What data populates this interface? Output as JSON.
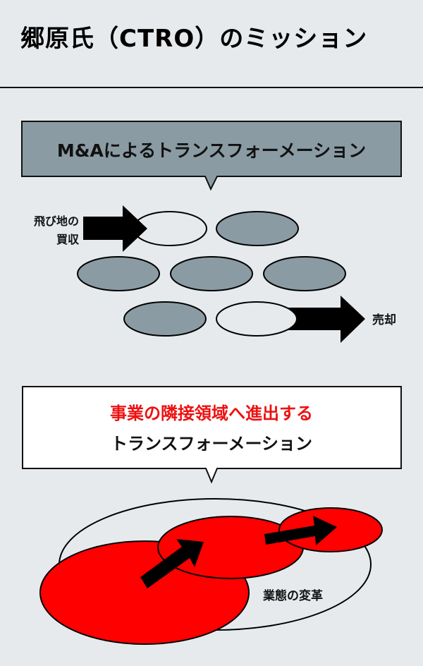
{
  "header": {
    "title": "郷原氏（CTRO）のミッション"
  },
  "section_ma": {
    "callout_text": "M&Aによるトランスフォーメーション",
    "acquire_label_line1": "飛び地の",
    "acquire_label_line2": "買収",
    "sell_label": "売却",
    "colors": {
      "callout_fill": "#8a9ba3",
      "business_fill": "#8a9ba3",
      "inactive_fill": "#e6eaed",
      "arrow": "#000000"
    }
  },
  "section_adjacent": {
    "callout_line1": "事業の隣接領域へ進出する",
    "callout_line2": "トランスフォーメーション",
    "outer_label": "業態の変革",
    "colors": {
      "highlight_text": "#ee1111",
      "region_fill": "#ff0000",
      "callout_fill": "#ffffff"
    }
  }
}
